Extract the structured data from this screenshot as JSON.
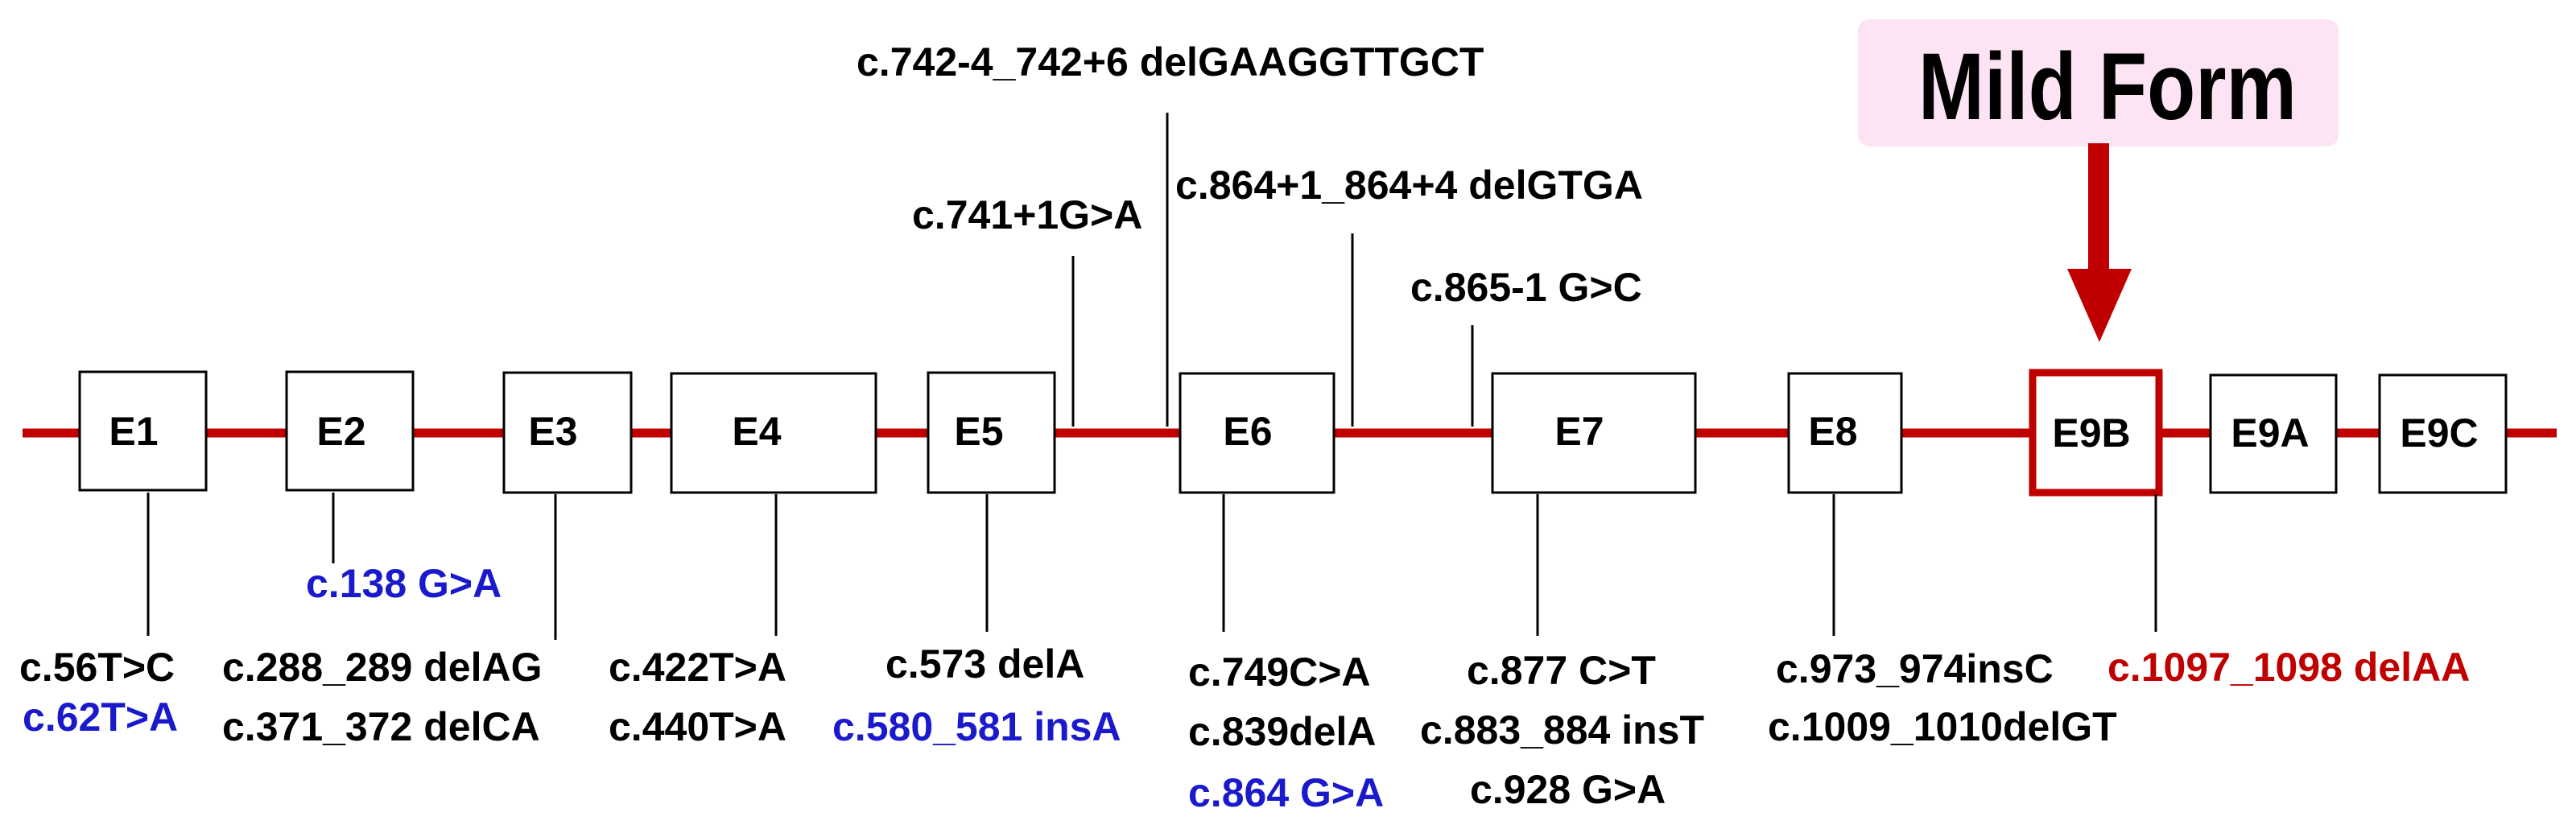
{
  "colors": {
    "backbone": "#c00000",
    "black": "#000000",
    "blue": "#1a1acc",
    "red": "#c00000",
    "callout_bg": "#fde4f4"
  },
  "callout": {
    "label": "Mild Form"
  },
  "exons": [
    {
      "id": "E1",
      "label": "E1"
    },
    {
      "id": "E2",
      "label": "E2"
    },
    {
      "id": "E3",
      "label": "E3"
    },
    {
      "id": "E4",
      "label": "E4"
    },
    {
      "id": "E5",
      "label": "E5"
    },
    {
      "id": "E6",
      "label": "E6"
    },
    {
      "id": "E7",
      "label": "E7"
    },
    {
      "id": "E8",
      "label": "E8"
    },
    {
      "id": "E9B",
      "label": "E9B",
      "highlight": true
    },
    {
      "id": "E9A",
      "label": "E9A"
    },
    {
      "id": "E9C",
      "label": "E9C"
    }
  ],
  "mutations_above": [
    {
      "text": "c.742-4_742+6 delGAAGGTTGCT",
      "color": "black"
    },
    {
      "text": "c.741+1G>A",
      "color": "black"
    },
    {
      "text": "c.864+1_864+4 delGTGA",
      "color": "black"
    },
    {
      "text": "c.865-1 G>C",
      "color": "black"
    }
  ],
  "mutations_below": [
    {
      "exon": "E1",
      "text": "c.56T>C",
      "color": "black"
    },
    {
      "exon": "E1",
      "text": "c.62T>A",
      "color": "blue"
    },
    {
      "exon": "E2",
      "text": "c.138 G>A",
      "color": "blue"
    },
    {
      "exon": "E3",
      "text": "c.288_289 delAG",
      "color": "black"
    },
    {
      "exon": "E3",
      "text": "c.371_372 delCA",
      "color": "black"
    },
    {
      "exon": "E4",
      "text": "c.422T>A",
      "color": "black"
    },
    {
      "exon": "E4",
      "text": "c.440T>A",
      "color": "black"
    },
    {
      "exon": "E5",
      "text": "c.573 delA",
      "color": "black"
    },
    {
      "exon": "E5",
      "text": "c.580_581 insA",
      "color": "blue"
    },
    {
      "exon": "E6",
      "text": "c.749C>A",
      "color": "black"
    },
    {
      "exon": "E6",
      "text": "c.839delA",
      "color": "black"
    },
    {
      "exon": "E6",
      "text": "c.864 G>A",
      "color": "blue"
    },
    {
      "exon": "E7",
      "text": "c.877 C>T",
      "color": "black"
    },
    {
      "exon": "E7",
      "text": "c.883_884 insT",
      "color": "black"
    },
    {
      "exon": "E7",
      "text": "c.928 G>A",
      "color": "black"
    },
    {
      "exon": "E8",
      "text": "c.973_974insC",
      "color": "black"
    },
    {
      "exon": "E8",
      "text": "c.1009_1010delGT",
      "color": "black"
    },
    {
      "exon": "E9B",
      "text": "c.1097_1098 delAA",
      "color": "red"
    }
  ]
}
